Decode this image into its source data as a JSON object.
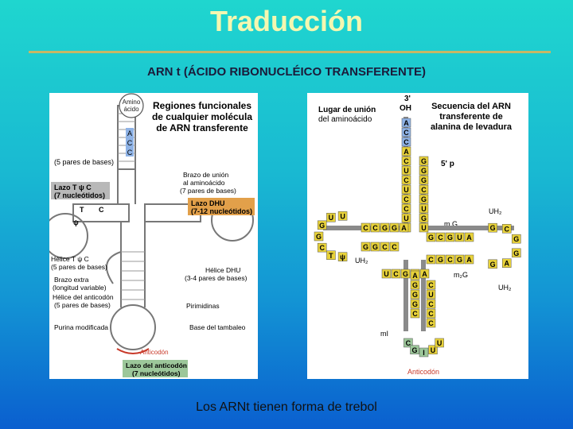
{
  "slide": {
    "title": "Traducción",
    "subtitle": "ARN t (ÁCIDO RIBONUCLÉICO TRANSFERENTE)",
    "caption": "Los ARNt tienen forma de trebol"
  },
  "left_diagram": {
    "amino_label_1": "Amino",
    "amino_label_2": "ácido",
    "heading_1": "Regiones funcionales",
    "heading_2": "de cualquier molécula",
    "heading_3": "de ARN transferente",
    "acceptor_bases": [
      "A",
      "C",
      "C"
    ],
    "label_5pairs_top": "(5 pares de bases)",
    "label_lazo_tpc_1": "Lazo T ψ C",
    "label_lazo_tpc_2": "(7 nucleótidos)",
    "label_brazo_1": "Brazo de unión",
    "label_brazo_2": "al aminoácido",
    "label_brazo_3": "(7 pares de bases)",
    "label_lazo_dhu_1": "Lazo DHU",
    "label_lazo_dhu_2": "(7-12 nucleótidos)",
    "label_helice_tc_1": "Hélice T ψ C",
    "label_helice_tc_2": "(5 pares de bases)",
    "label_brazo_extra_1": "Brazo extra",
    "label_brazo_extra_2": "(longitud variable)",
    "label_helice_anti_1": "Hélice del anticodón",
    "label_helice_anti_2": "(5 pares de bases)",
    "label_helice_dhu_1": "Hélice DHU",
    "label_helice_dhu_2": "(3-4 pares de bases)",
    "label_pirimidinas": "Pirimidinas",
    "label_purina": "Purina modificada",
    "label_base_tambaleo": "Base del tambaleo",
    "label_anticodon": "Anticodón",
    "label_lazo_anti_1": "Lazo del anticodón",
    "label_lazo_anti_2": "(7 nucleótidos)",
    "label_t": "T",
    "label_c": "C",
    "label_psi": "ψ"
  },
  "right_diagram": {
    "label_lugar_1": "Lugar de unión",
    "label_lugar_2": "del aminoácido",
    "label_3oh_1": "3'",
    "label_3oh_2": "OH",
    "heading_1": "Secuencia del ARN",
    "heading_2": "transferente de",
    "heading_3": "alanina de levadura",
    "label_5p": "5' p",
    "label_uh2_1": "UH₂",
    "label_uh2_2": "UH₂",
    "label_uh2_3": "UH₂",
    "label_mg": "m.G",
    "label_m2g": "m₂G",
    "label_mi": "mI",
    "label_anticodon": "Anticodón",
    "acceptor_3prime": [
      "A",
      "C",
      "C",
      "A",
      "C",
      "U",
      "C",
      "U",
      "C",
      "C",
      "U",
      "C"
    ],
    "acceptor_5prime": [
      "G",
      "G",
      "G",
      "C",
      "G",
      "U",
      "G",
      "U"
    ],
    "left_stem_top": [
      "C",
      "C",
      "G",
      "G",
      "A"
    ],
    "left_stem_bottom": [
      "G",
      "G",
      "C",
      "C"
    ],
    "left_loop": [
      "U",
      "U",
      "G",
      "G",
      "C",
      "T",
      "ψ"
    ],
    "right_stem_top": [
      "G",
      "C",
      "G",
      "U",
      "A"
    ],
    "right_stem_bottom": [
      "C",
      "G",
      "C",
      "G",
      "A"
    ],
    "right_loop": [
      "G",
      "C",
      "G",
      "G",
      "A",
      "G"
    ],
    "anticodon_stem_left": [
      "A",
      "G",
      "G",
      "G",
      "C"
    ],
    "anticodon_stem_right": [
      "C",
      "U",
      "C",
      "C",
      "C"
    ],
    "anticodon_loop": [
      "C",
      "G",
      "I",
      "U",
      "U"
    ],
    "junction_bases": [
      "U",
      "C",
      "G",
      "G",
      "A"
    ]
  },
  "colors": {
    "title": "#f4f7b0",
    "rule": "#c8b765",
    "base_yellow": "#e8d23a",
    "base_blue": "#8fb3e6",
    "base_green": "#9cc79a",
    "base_orange": "#e2a04a",
    "panel_bg": "#ffffff",
    "shadow": "#d9d9d9"
  }
}
